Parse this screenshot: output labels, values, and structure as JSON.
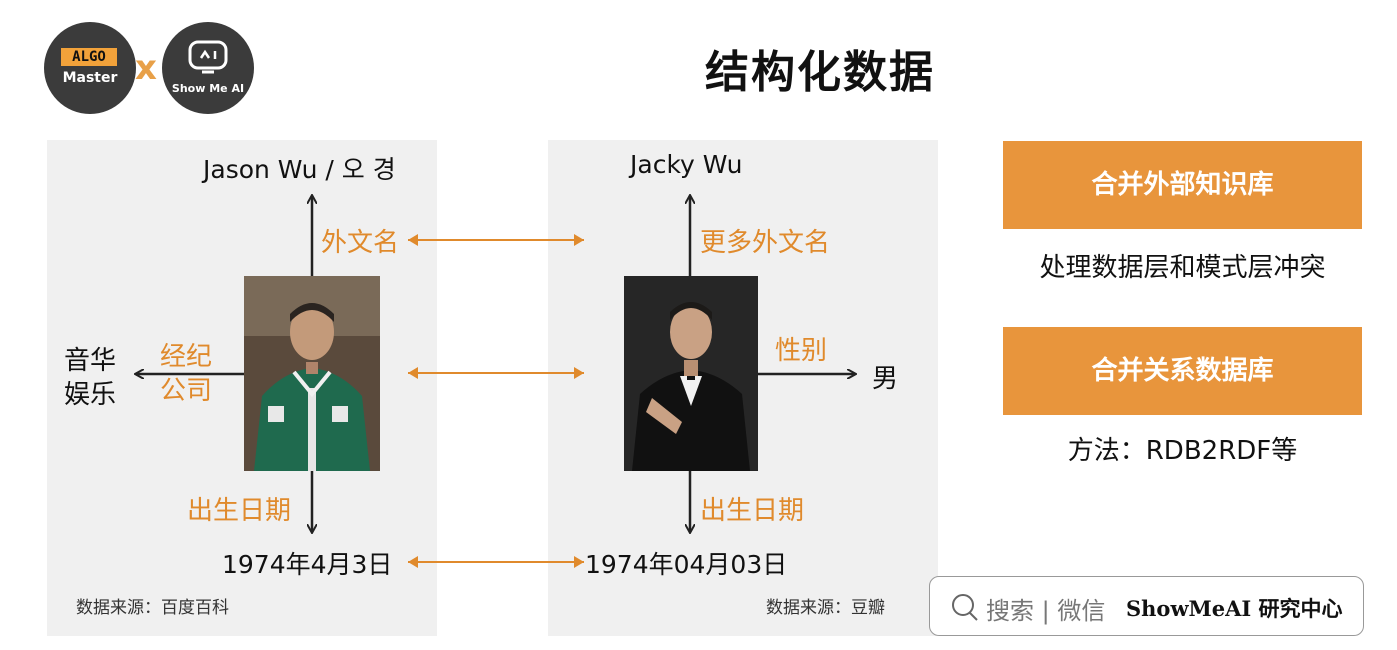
{
  "header": {
    "title": "结构化数据",
    "logo_left": {
      "tag_top": "ALGO",
      "tag_bottom": "Master"
    },
    "separator": "x",
    "logo_right": {
      "label": "Show Me AI"
    }
  },
  "left_panel": {
    "top_label": "Jason Wu / 오 경",
    "attr_top": "外文名",
    "attr_left_line1": "经纪",
    "attr_left_line2": "公司",
    "value_left_line1": "音华",
    "value_left_line2": "娱乐",
    "attr_bottom": "出生日期",
    "bottom_value": "1974年4月3日",
    "source": "数据来源：百度百科"
  },
  "right_panel": {
    "top_label": "Jacky Wu",
    "attr_top": "更多外文名",
    "attr_right": "性别",
    "value_right": "男",
    "attr_bottom": "出生日期",
    "bottom_value": "1974年04月03日",
    "source": "数据来源：豆瓣"
  },
  "side": {
    "box1_label": "合并外部知识库",
    "box1_desc": "处理数据层和模式层冲突",
    "box2_label": "合并关系数据库",
    "box2_desc": "方法：RDB2RDF等"
  },
  "search": {
    "icon": "search-icon",
    "text": "搜索 | 微信",
    "brand": "ShowMeAI 研究中心"
  },
  "colors": {
    "accent": "#e8953c",
    "panel": "#f0f0f0",
    "arrow_orange": "#e08a2c"
  }
}
